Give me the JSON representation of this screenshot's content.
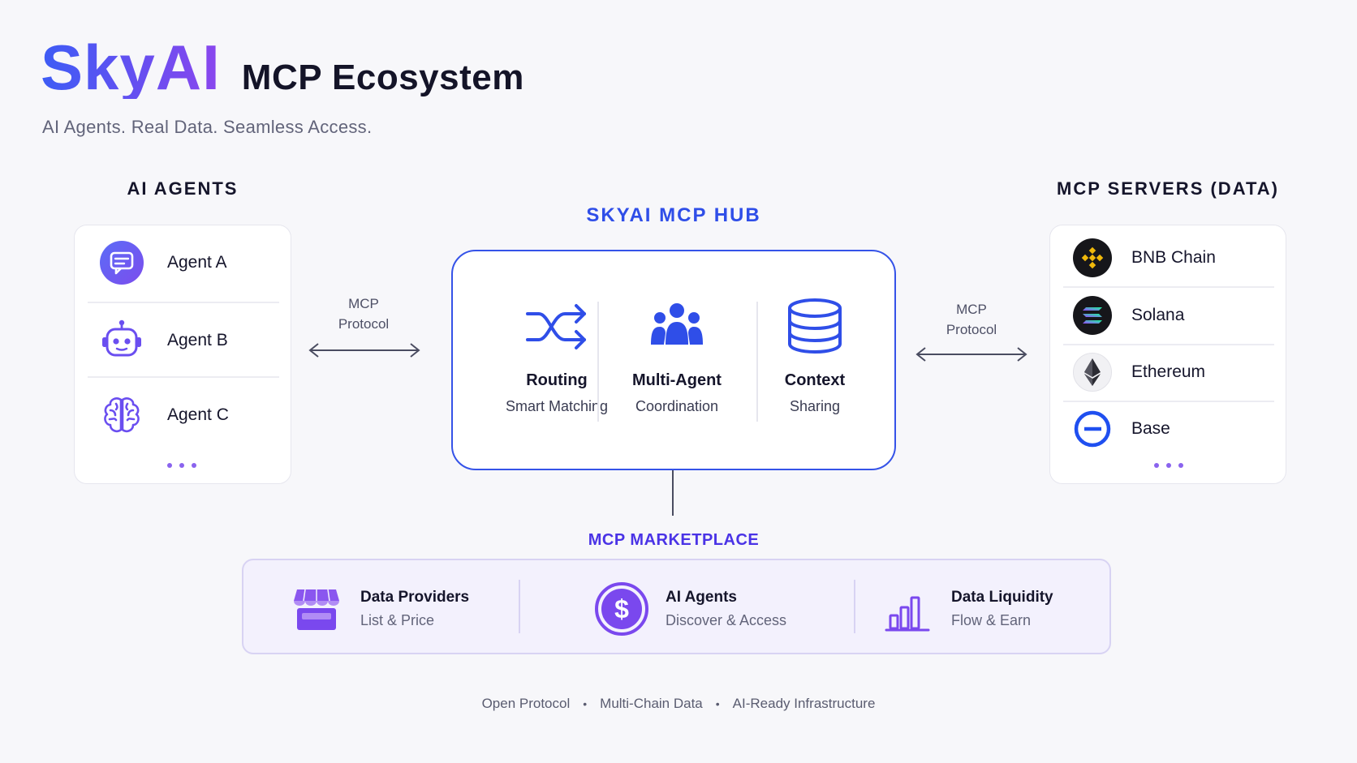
{
  "header": {
    "brand": "SkyAI",
    "title": "MCP Ecosystem",
    "tagline": "AI Agents. Real Data. Seamless Access."
  },
  "agents": {
    "heading": "AI AGENTS",
    "items": [
      {
        "label": "Agent A",
        "icon": "chat-bubble-icon"
      },
      {
        "label": "Agent B",
        "icon": "robot-icon"
      },
      {
        "label": "Agent C",
        "icon": "brain-icon"
      }
    ],
    "more": "..."
  },
  "hub": {
    "heading": "SKYAI MCP HUB",
    "features": [
      {
        "title": "Routing",
        "subtitle": "Smart Matching",
        "icon": "shuffle-icon"
      },
      {
        "title": "Multi-Agent",
        "subtitle": "Coordination",
        "icon": "users-icon"
      },
      {
        "title": "Context",
        "subtitle": "Sharing",
        "icon": "database-icon"
      }
    ]
  },
  "protocol_left": {
    "line1": "MCP",
    "line2": "Protocol"
  },
  "protocol_right": {
    "line1": "MCP",
    "line2": "Protocol"
  },
  "servers": {
    "heading": "MCP SERVERS (DATA)",
    "items": [
      {
        "label": "BNB Chain",
        "icon": "bnb-icon"
      },
      {
        "label": "Solana",
        "icon": "solana-icon"
      },
      {
        "label": "Ethereum",
        "icon": "ethereum-icon"
      },
      {
        "label": "Base",
        "icon": "base-icon"
      }
    ]
  },
  "marketplace": {
    "heading": "MCP MARKETPLACE",
    "items": [
      {
        "title": "Data Providers",
        "subtitle": "List & Price",
        "icon": "storefront-icon"
      },
      {
        "title": "AI Agents",
        "subtitle": "Discover & Access",
        "icon": "dollar-coin-icon"
      },
      {
        "title": "Data Liquidity",
        "subtitle": "Flow & Earn",
        "icon": "bar-chart-icon"
      }
    ]
  },
  "footer": {
    "items": [
      "Open Protocol",
      "Multi-Chain Data",
      "AI-Ready Infrastructure"
    ],
    "separator": "•"
  },
  "colors": {
    "accent_blue": "#3553e8",
    "accent_purple": "#6a4ef0",
    "marketplace_bg": "#f3f1fd"
  }
}
